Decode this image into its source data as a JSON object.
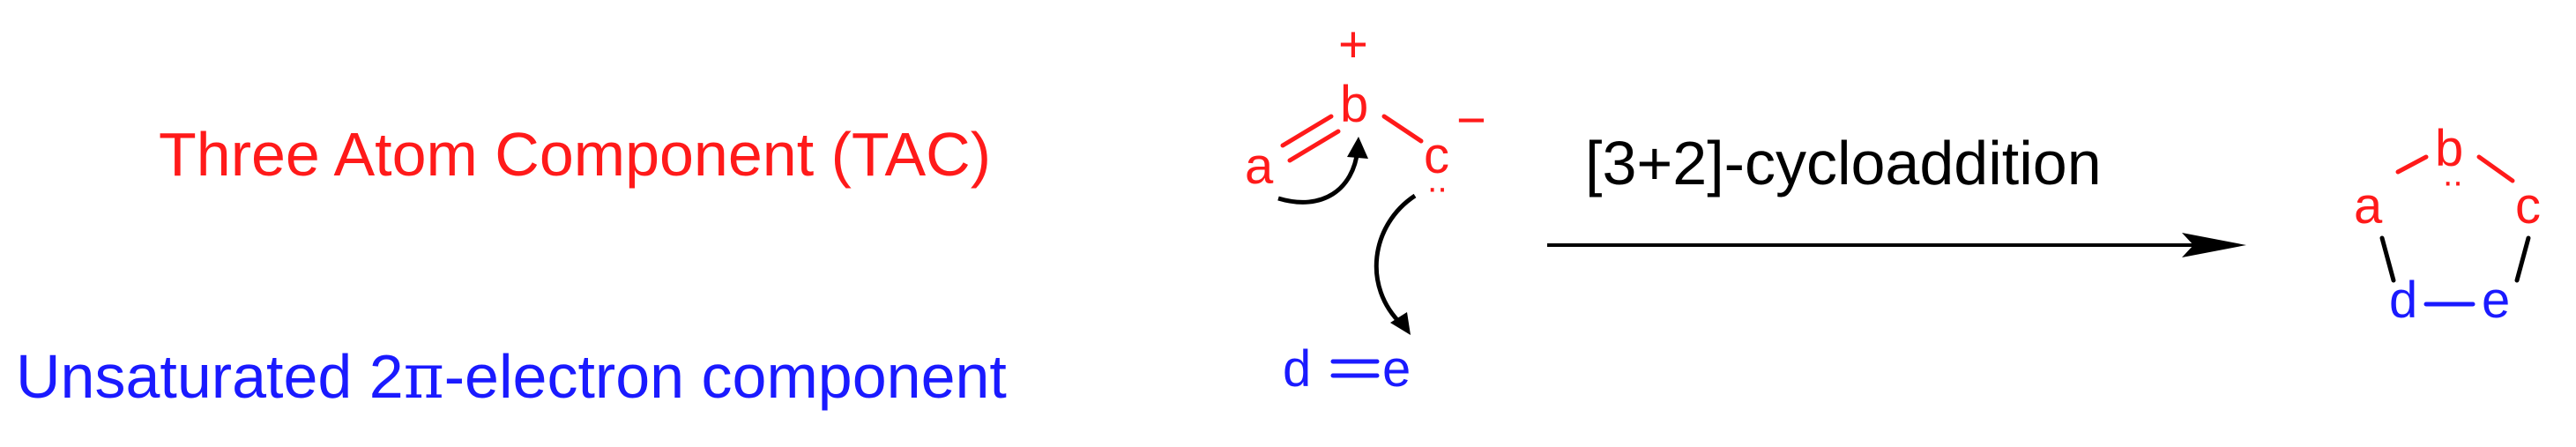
{
  "labels": {
    "tac": "Three Atom Component (TAC)",
    "unsaturated_prefix": "Unsaturated 2",
    "pi_symbol": "π",
    "unsaturated_suffix": "-electron component",
    "reaction": "[3+2]-cycloaddition"
  },
  "tac_molecule": {
    "atoms": [
      "a",
      "b",
      "c"
    ],
    "charge_plus": "+",
    "charge_minus": "−",
    "lone_pair": "··"
  },
  "dipolarophile": {
    "atoms": [
      "d",
      "e"
    ]
  },
  "product": {
    "atoms": [
      "a",
      "b",
      "c",
      "d",
      "e"
    ],
    "lone_pair": "··"
  },
  "colors": {
    "tac": "#ff1a1a",
    "dipolarophile": "#1a1aff",
    "arrow": "#000000"
  }
}
